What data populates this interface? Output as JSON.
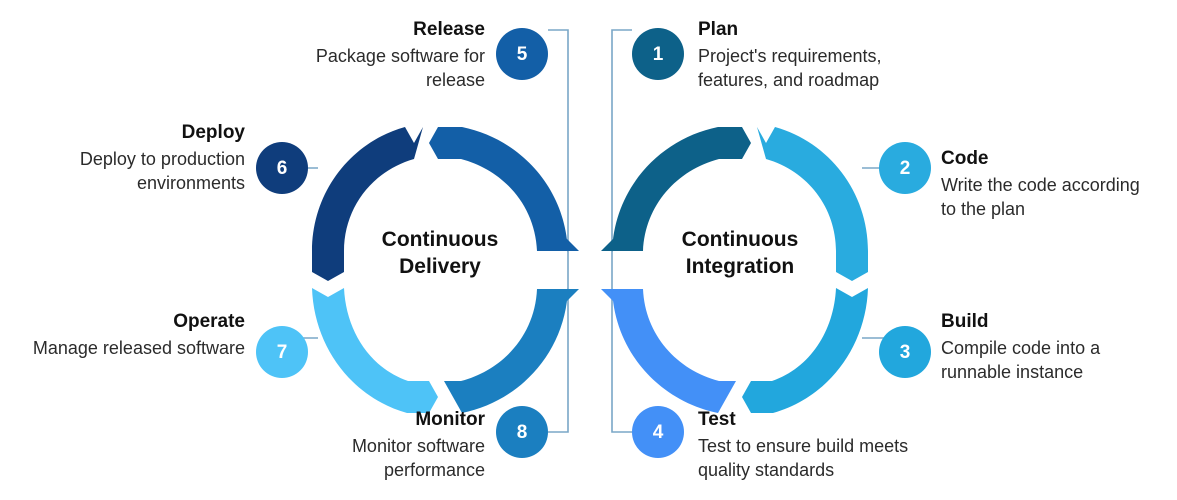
{
  "diagram": {
    "title": "DevOps Continuous Integration and Continuous Delivery infinity loop",
    "loops": [
      {
        "id": "continuous-delivery",
        "caption": "Continuous\nDelivery"
      },
      {
        "id": "continuous-integration",
        "caption": "Continuous\nIntegration"
      }
    ],
    "steps": [
      {
        "number": "1",
        "title": "Plan",
        "description": "Project's requirements,\nfeatures, and roadmap",
        "color": "#0d6189",
        "align": "left"
      },
      {
        "number": "2",
        "title": "Code",
        "description": "Write the code according\nto the plan",
        "color": "#29abdf",
        "align": "left"
      },
      {
        "number": "3",
        "title": "Build",
        "description": "Compile code into a\nrunnable instance",
        "color": "#22a7dd",
        "align": "left"
      },
      {
        "number": "4",
        "title": "Test",
        "description": "Test to ensure build meets\nquality standards",
        "color": "#4390f7",
        "align": "left"
      },
      {
        "number": "5",
        "title": "Release",
        "description": "Package software for\nrelease",
        "color": "#135fa7",
        "align": "right"
      },
      {
        "number": "6",
        "title": "Deploy",
        "description": "Deploy to production\nenvironments",
        "color": "#0f3d7c",
        "align": "right"
      },
      {
        "number": "7",
        "title": "Operate",
        "description": "Manage released software",
        "color": "#4ec3f7",
        "align": "right"
      },
      {
        "number": "8",
        "title": "Monitor",
        "description": "Monitor software\nperformance",
        "color": "#1b7fc0",
        "align": "right"
      }
    ],
    "arc_colors": {
      "plan": "#0d6189",
      "code": "#29abdf",
      "build": "#22a7dd",
      "test": "#4390f7",
      "release": "#135fa7",
      "deploy": "#0f3d7c",
      "operate": "#4ec3f7",
      "monitor": "#1b7fc0"
    },
    "connector_color": "#7aa7c7",
    "background": "#ffffff"
  }
}
